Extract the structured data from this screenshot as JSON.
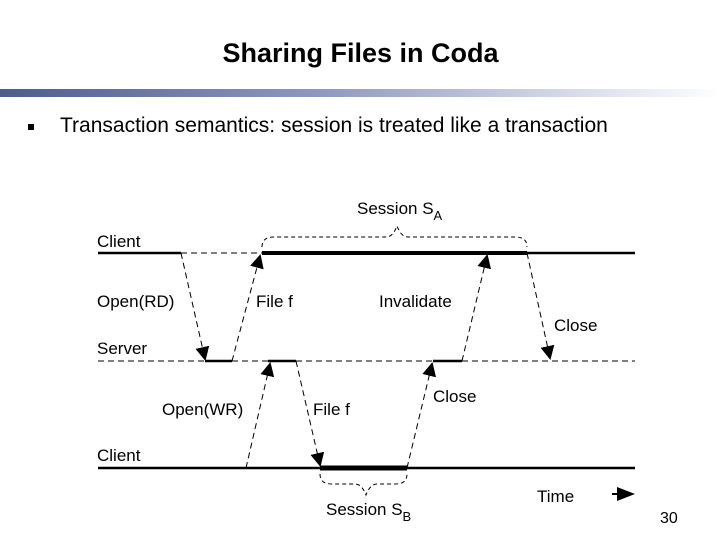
{
  "slide": {
    "title": "Sharing Files in Coda",
    "bullet": "Transaction semantics: session is treated like a transaction",
    "page_number": "30"
  },
  "diagram": {
    "session_a": {
      "text": "Session S",
      "sub": "A"
    },
    "session_b": {
      "text": "Session S",
      "sub": "B"
    },
    "client_top": "Client",
    "server": "Server",
    "client_bottom": "Client",
    "open_rd": "Open(RD)",
    "file_f_top": "File f",
    "invalidate": "Invalidate",
    "close_top": "Close",
    "open_wr": "Open(WR)",
    "file_f_bottom": "File f",
    "close_bottom": "Close",
    "time": "Time"
  }
}
